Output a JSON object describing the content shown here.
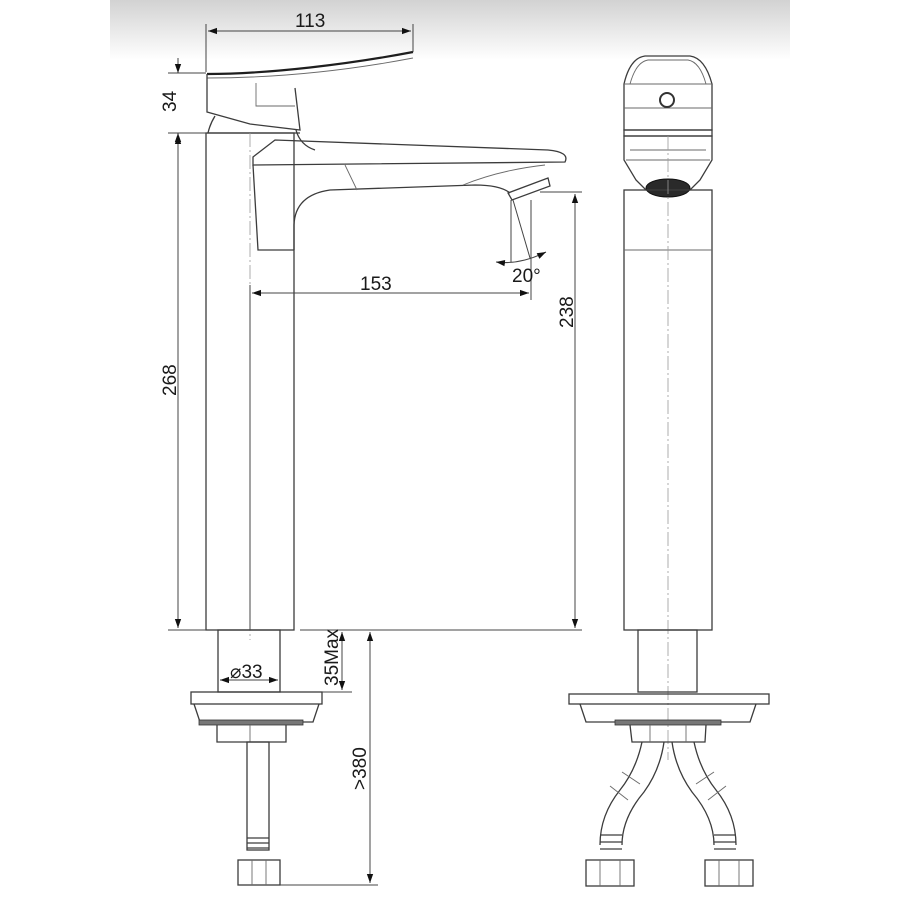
{
  "drawing": {
    "title": "Basin mixer tall — technical dimension drawing",
    "views": [
      "side-view",
      "front-view"
    ],
    "units": "mm",
    "colors": {
      "background": "#ffffff",
      "header_gradient_top": "#d4d4d4",
      "header_gradient_bottom": "#ffffff",
      "line": "#3c3c3c"
    }
  },
  "dimensions": {
    "handle_length": "113",
    "handle_height": "34",
    "body_height": "268",
    "spout_reach": "153",
    "spout_height": "238",
    "spout_angle": "20°",
    "shank_diameter": "⌀33",
    "max_deck_thickness": "35Max",
    "min_total_height": ">380"
  }
}
